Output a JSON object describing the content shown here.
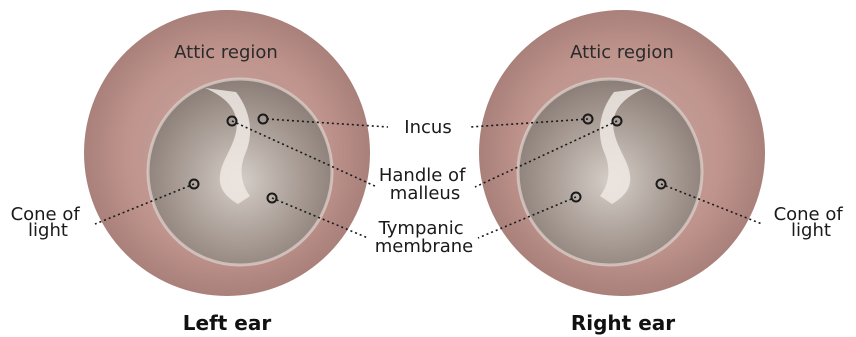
{
  "ears": {
    "left": {
      "caption": "Left ear",
      "attic_label": "Attic region",
      "cone_label": [
        "Cone of",
        "light"
      ]
    },
    "right": {
      "caption": "Right ear",
      "attic_label": "Attic region",
      "cone_label": [
        "Cone of",
        "light"
      ]
    }
  },
  "center_labels": {
    "incus": "Incus",
    "handle_of_malleus": [
      "Handle of",
      "malleus"
    ],
    "tympanic_membrane": [
      "Tympanic",
      "membrane"
    ]
  }
}
